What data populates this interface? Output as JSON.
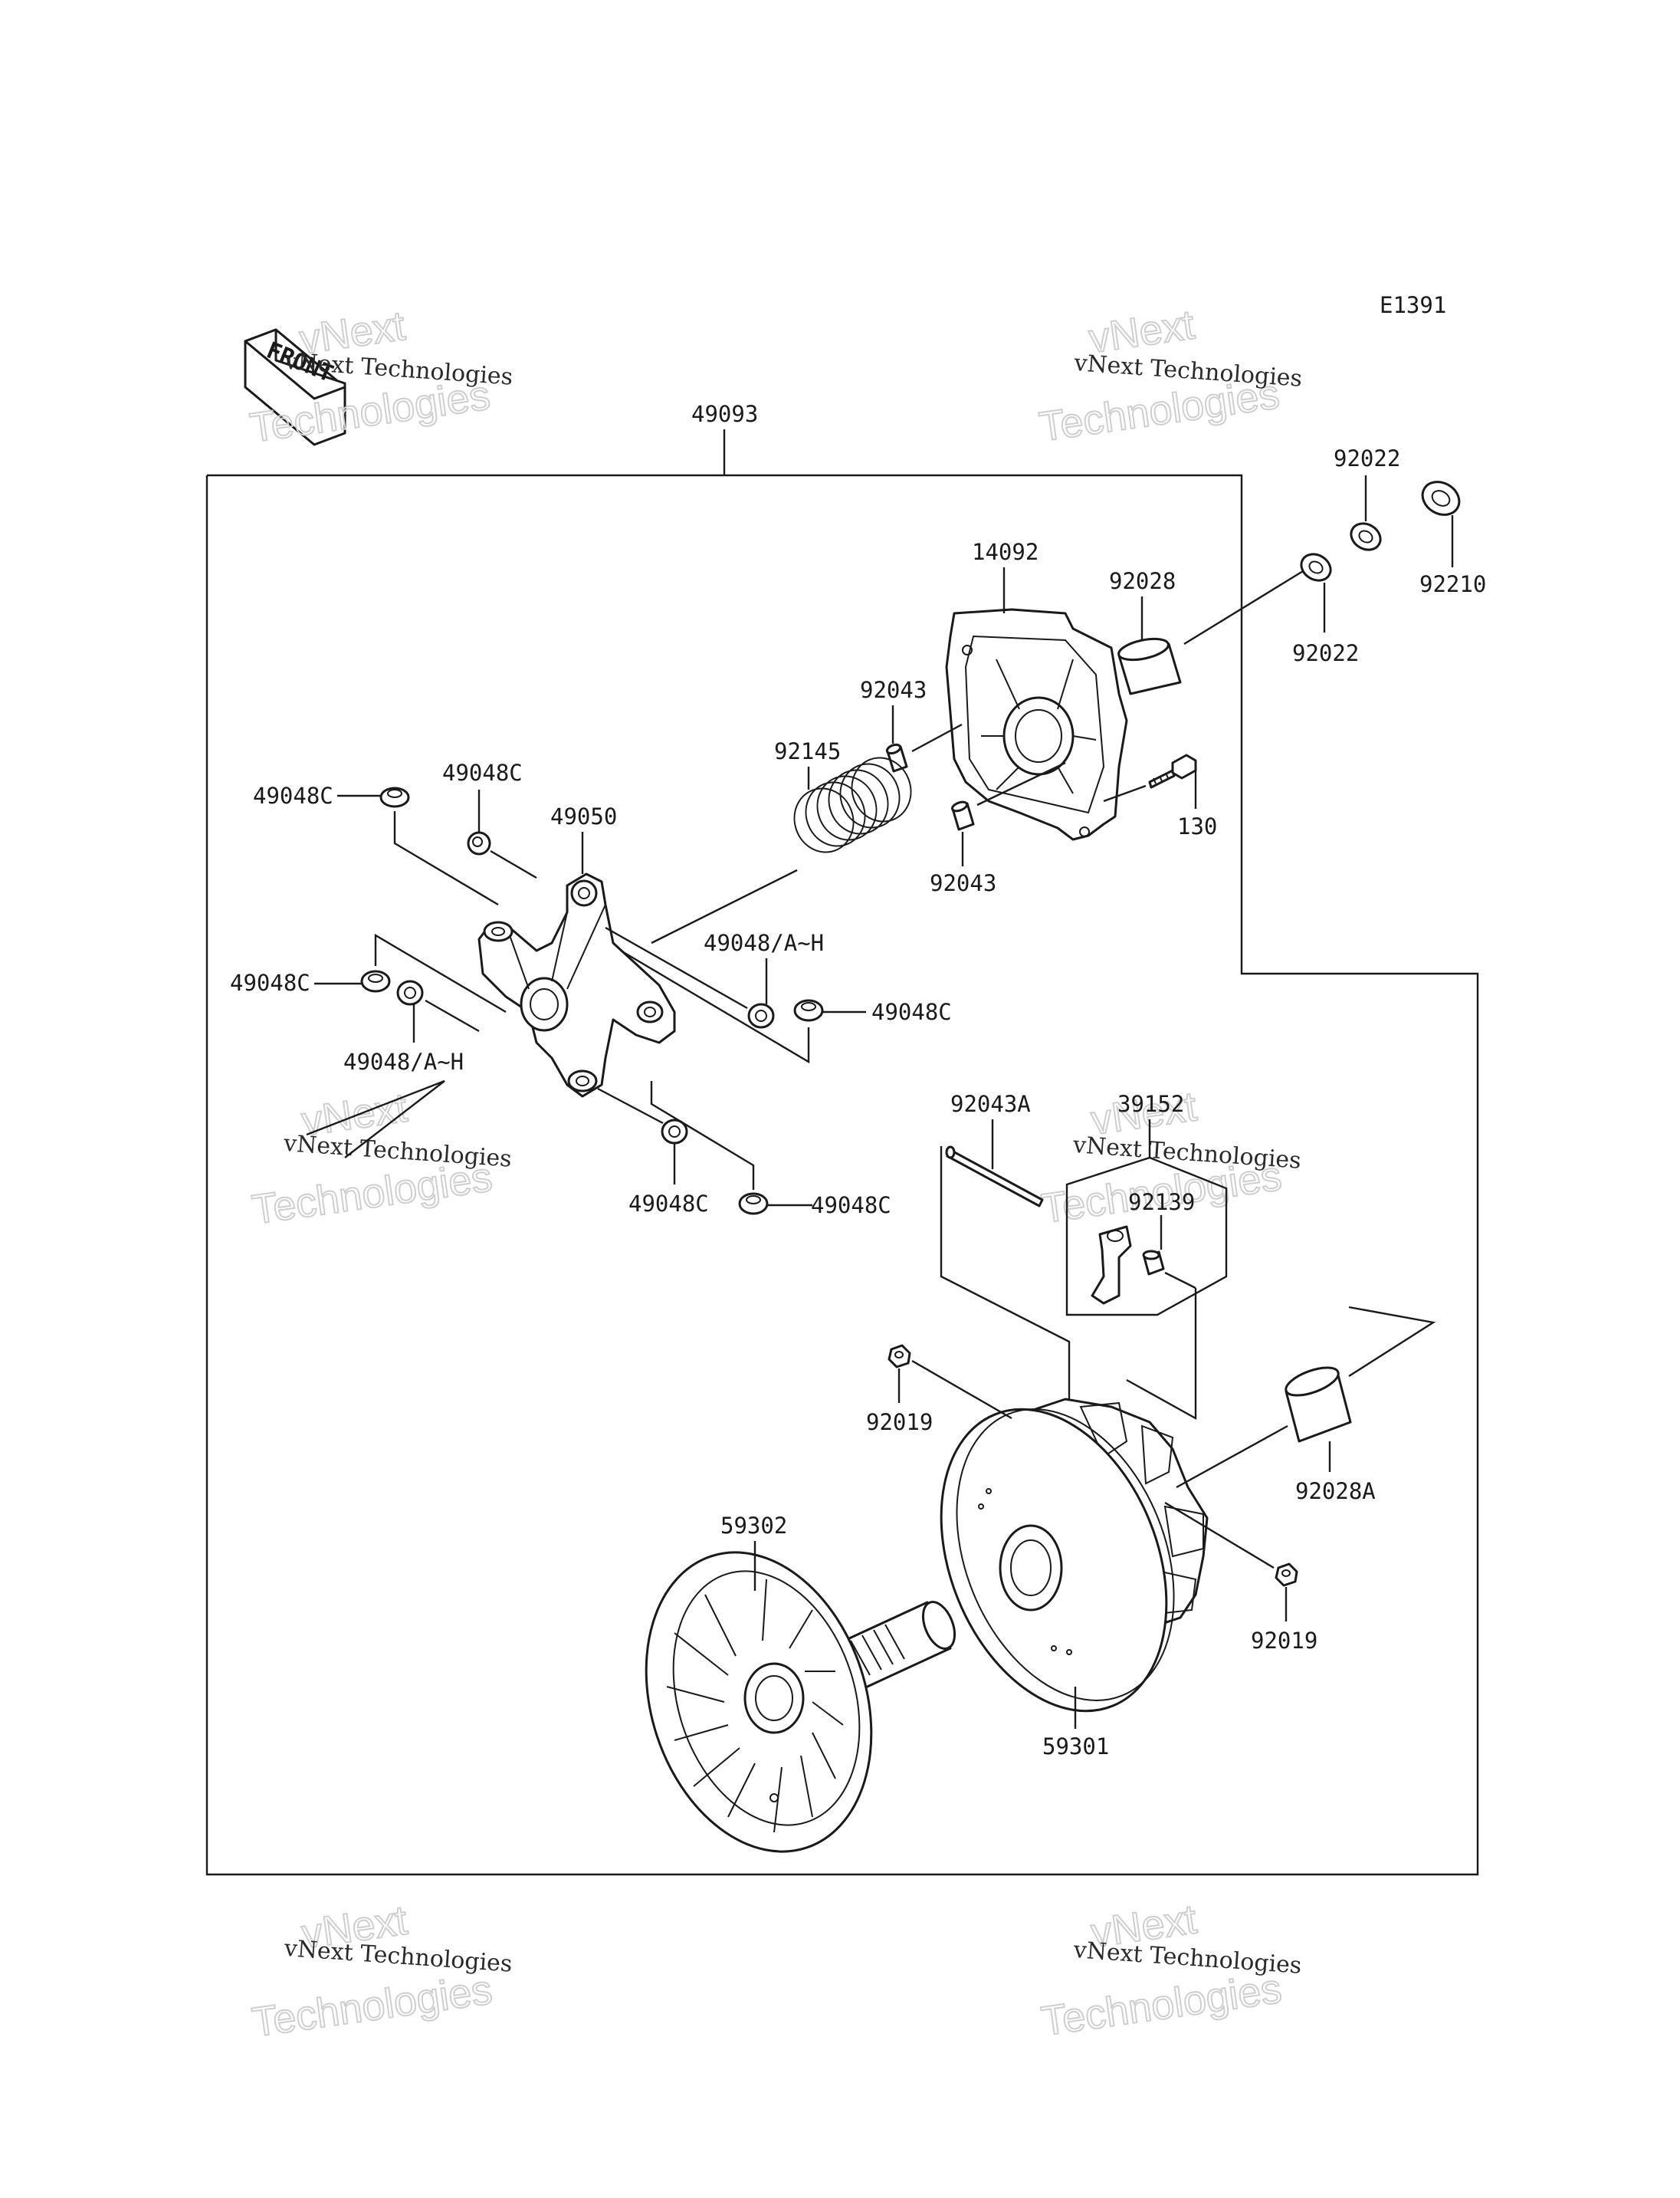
{
  "diagram_code": "E1391",
  "front_badge": "FRONT",
  "watermark": {
    "line1": "vNext Technologies",
    "line2": "vNext",
    "line3": "Technologies"
  },
  "labels": {
    "p49093": "49093",
    "p14092": "14092",
    "p92022_top": "92022",
    "p92210": "92210",
    "p92028": "92028",
    "p92022_mid": "92022",
    "p92043_top": "92043",
    "p92043_bottom": "92043",
    "p92145": "92145",
    "p130": "130",
    "p49048C_tl": "49048C",
    "p49048C_t": "49048C",
    "p49050": "49050",
    "p49048AH_right": "49048/A~H",
    "p49048C_left": "49048C",
    "p49048AH_left": "49048/A~H",
    "p49048C_right": "49048C",
    "p49048C_bl": "49048C",
    "p49048C_br": "49048C",
    "p92043A": "92043A",
    "p39152": "39152",
    "p92139": "92139",
    "p92019_left": "92019",
    "p92028A": "92028A",
    "p59302": "59302",
    "p92019_right": "92019",
    "p59301": "59301"
  }
}
